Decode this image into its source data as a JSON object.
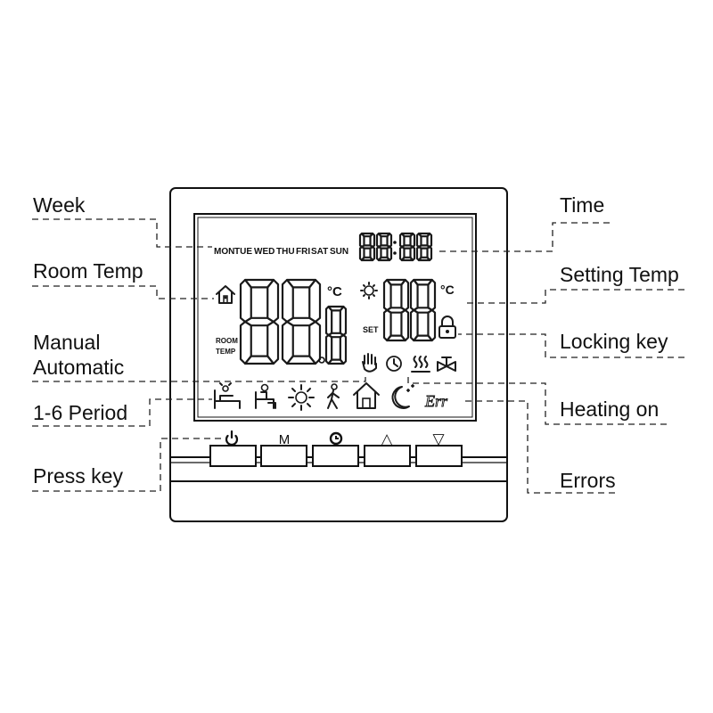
{
  "labels": {
    "week": "Week",
    "room_temp": "Room Temp",
    "manual": "Manual",
    "automatic": "Automatic",
    "period": "1-6 Period",
    "press_key": "Press key",
    "time": "Time",
    "setting_temp": "Setting Temp",
    "locking_key": "Locking key",
    "heating_on": "Heating on",
    "errors": "Errors"
  },
  "lcd": {
    "days": [
      "MON",
      "TUE",
      "WED",
      "THU",
      "FRI",
      "SAT",
      "SUN"
    ],
    "unit_room": "°C",
    "unit_set": "°C",
    "room_temp_line1": "ROOM",
    "room_temp_line2": "TEMP",
    "set_label": "SET",
    "error_text": "Err"
  },
  "keys": {
    "power_icon": "power-icon",
    "mode_label": "M",
    "clock_icon": "clock-icon",
    "up_label": "△",
    "down_label": "▽"
  }
}
